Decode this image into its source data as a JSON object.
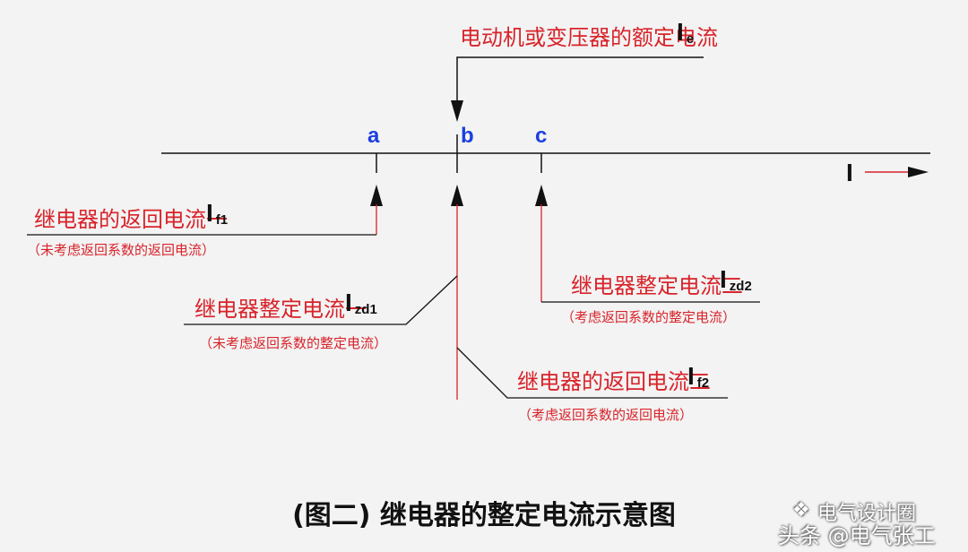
{
  "diagram": {
    "top_label": {
      "text": "电动机或变压器的额定电流",
      "sym": "I",
      "sub": "e"
    },
    "points": {
      "a": "a",
      "b": "b",
      "c": "c"
    },
    "axis_label": "I",
    "label_f1": {
      "text": "继电器的返回电流一",
      "sym": "I",
      "sub": "f1",
      "note": "（未考虑返回系数的返回电流）"
    },
    "label_zd1": {
      "text": "继电器整定电流一",
      "sym": "I",
      "sub": "zd1",
      "note": "（未考虑返回系数的整定电流）"
    },
    "label_zd2": {
      "text": "继电器整定电流二",
      "sym": "I",
      "sub": "zd2",
      "note": "（考虑返回系数的整定电流）"
    },
    "label_f2": {
      "text": "继电器的返回电流二",
      "sym": "I",
      "sub": "f2",
      "note": "（考虑返回系数的返回电流）"
    },
    "caption": "(图二) 继电器的整定电流示意图"
  },
  "watermark": {
    "brand": "电气设计圈",
    "attribution": "头条 @电气张工"
  },
  "colors": {
    "label_red": "#d8232a",
    "point_blue": "#1b3fe0",
    "line_black": "#111111",
    "background": "#f3f3f3"
  }
}
